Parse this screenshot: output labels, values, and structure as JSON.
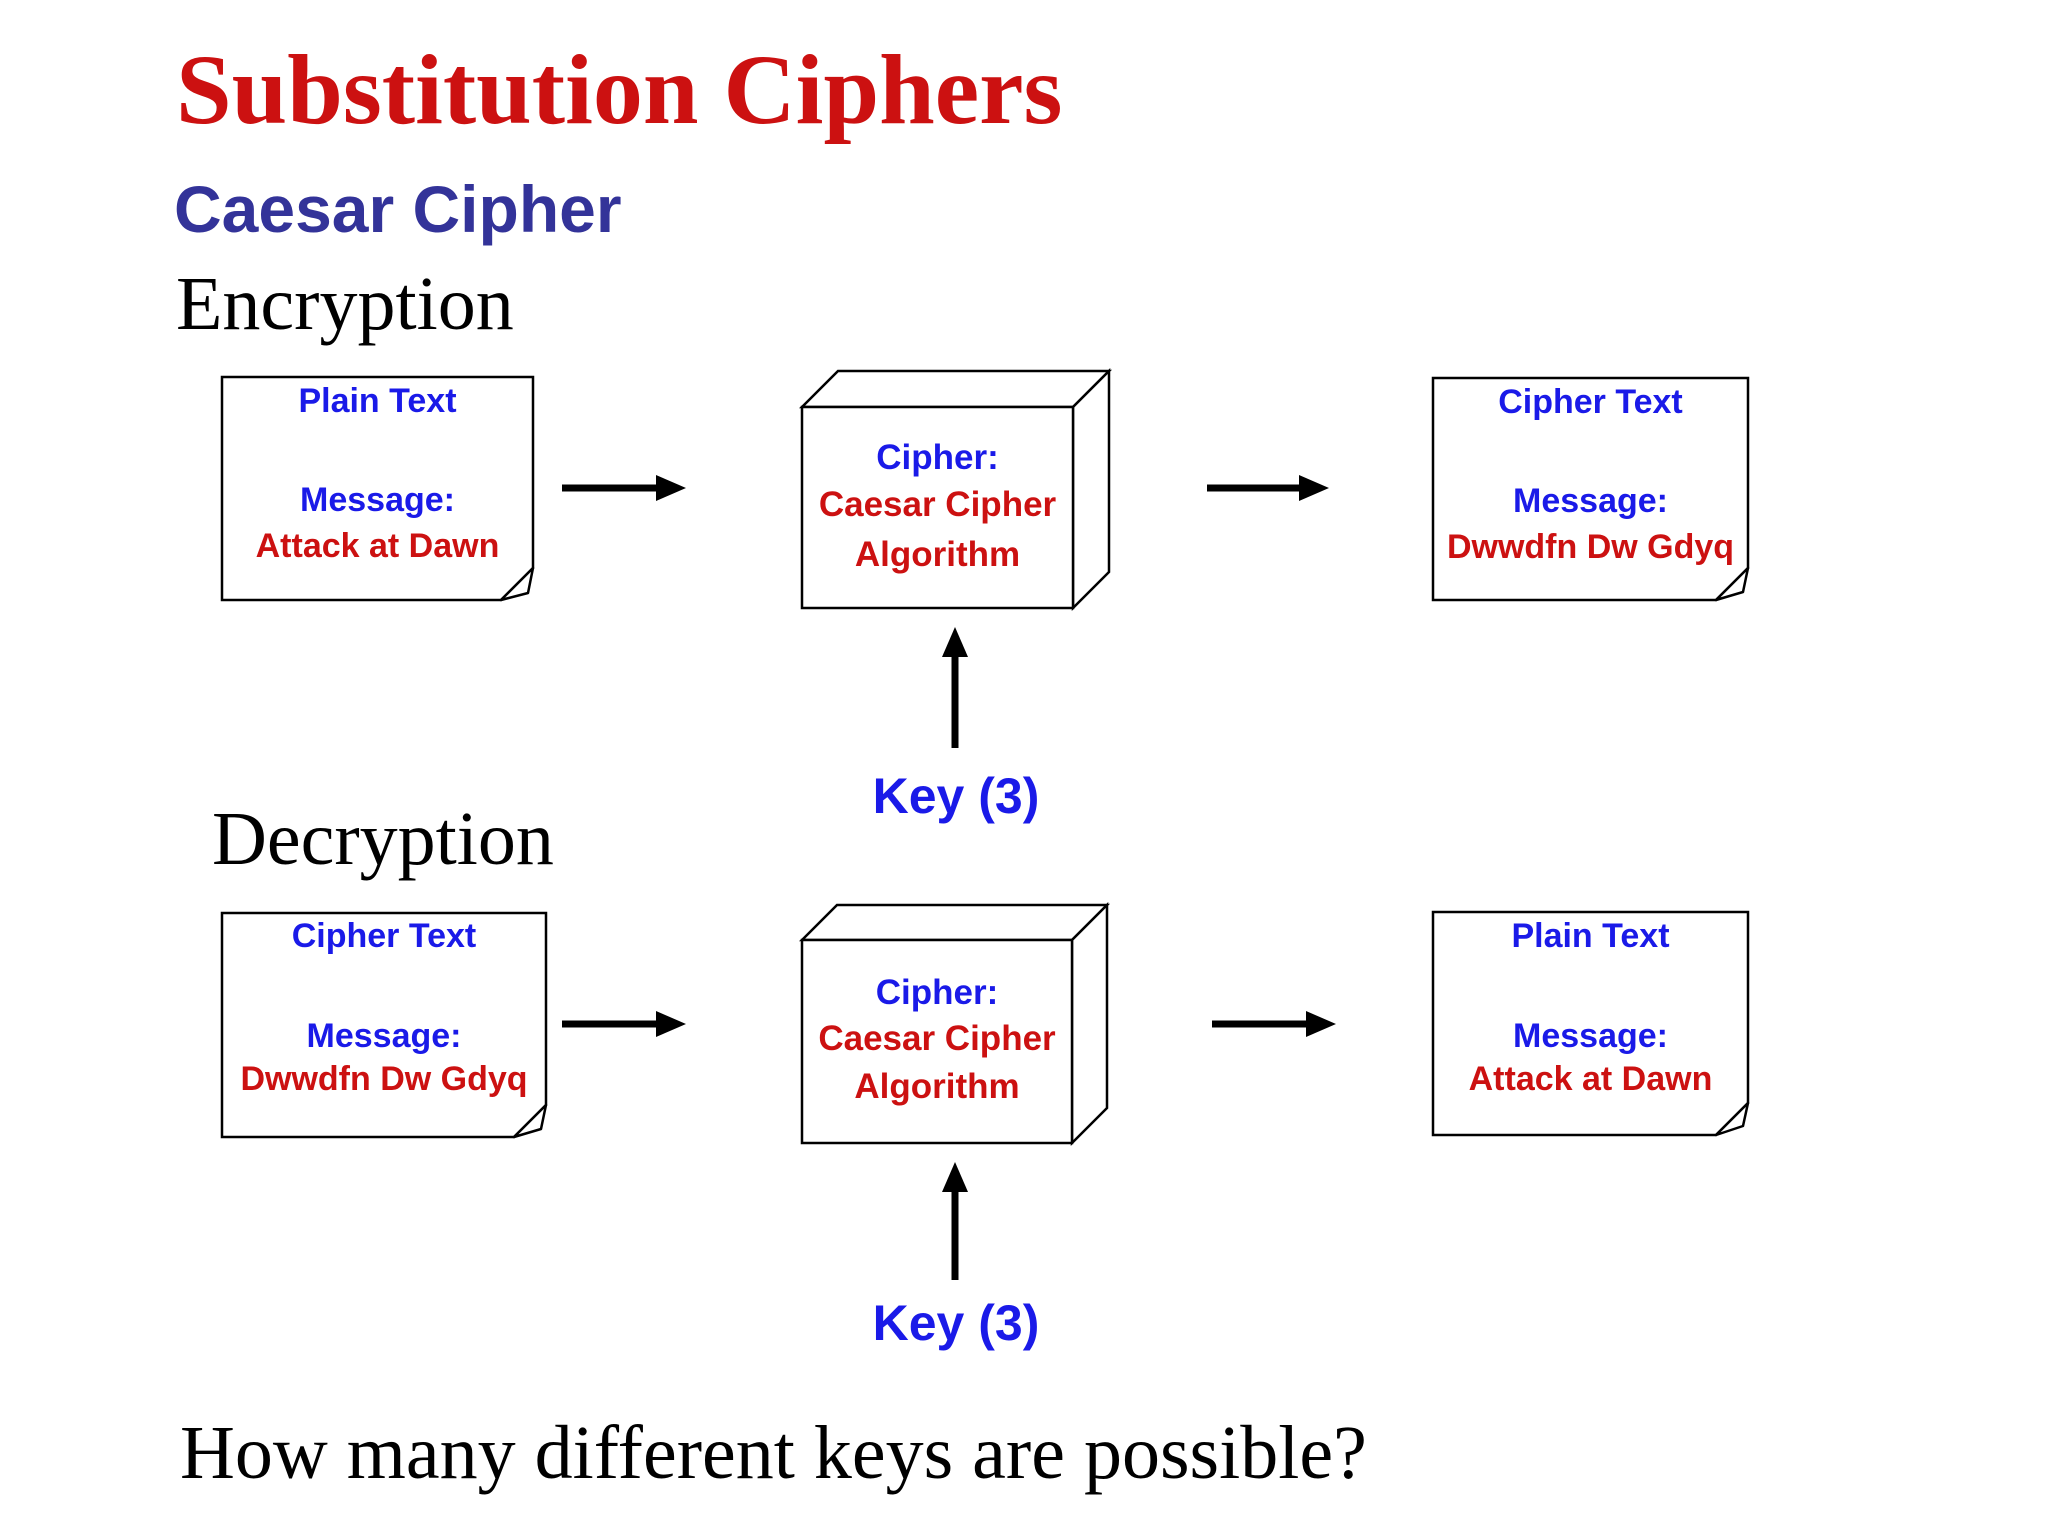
{
  "slide": {
    "title": "Substitution Ciphers",
    "subtitle": "Caesar Cipher",
    "question": "How many different keys are possible?"
  },
  "colors": {
    "title_red": "#cc1111",
    "message_red": "#cc1111",
    "bright_blue": "#1a1ae8",
    "subtitle_navy": "#333399",
    "line_black": "#000000",
    "background": "#ffffff"
  },
  "encryption": {
    "label": "Encryption",
    "input_doc": {
      "title": "Plain Text",
      "message_label": "Message:",
      "message_value": "Attack at Dawn"
    },
    "cipher_box": {
      "line1": "Cipher:",
      "line2": "Caesar Cipher",
      "line3": "Algorithm"
    },
    "output_doc": {
      "title": "Cipher Text",
      "message_label": "Message:",
      "message_value": "Dwwdfn Dw Gdyq"
    },
    "key_label": "Key (3)"
  },
  "decryption": {
    "label": "Decryption",
    "input_doc": {
      "title": "Cipher Text",
      "message_label": "Message:",
      "message_value": "Dwwdfn Dw Gdyq"
    },
    "cipher_box": {
      "line1": "Cipher:",
      "line2": "Caesar Cipher",
      "line3": "Algorithm"
    },
    "output_doc": {
      "title": "Plain Text",
      "message_label": "Message:",
      "message_value": "Attack at Dawn"
    },
    "key_label": "Key (3)"
  }
}
